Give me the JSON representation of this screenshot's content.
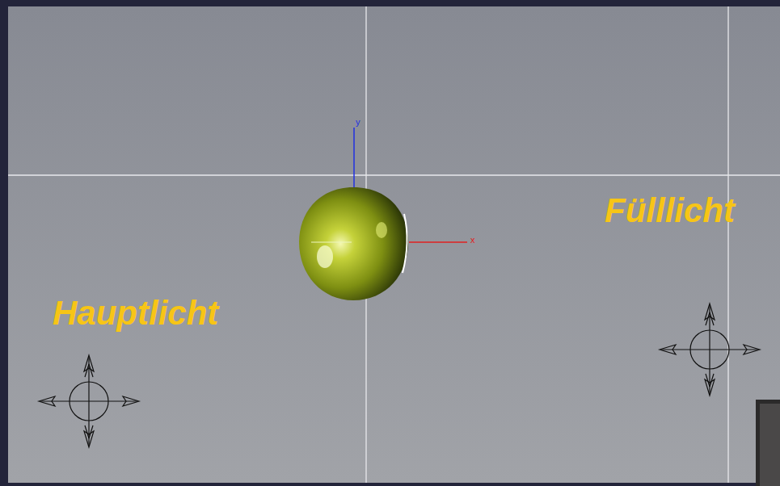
{
  "diagram": {
    "labels": [
      "Hauptlicht",
      "Fülllicht",
      "y",
      "x"
    ]
  }
}
